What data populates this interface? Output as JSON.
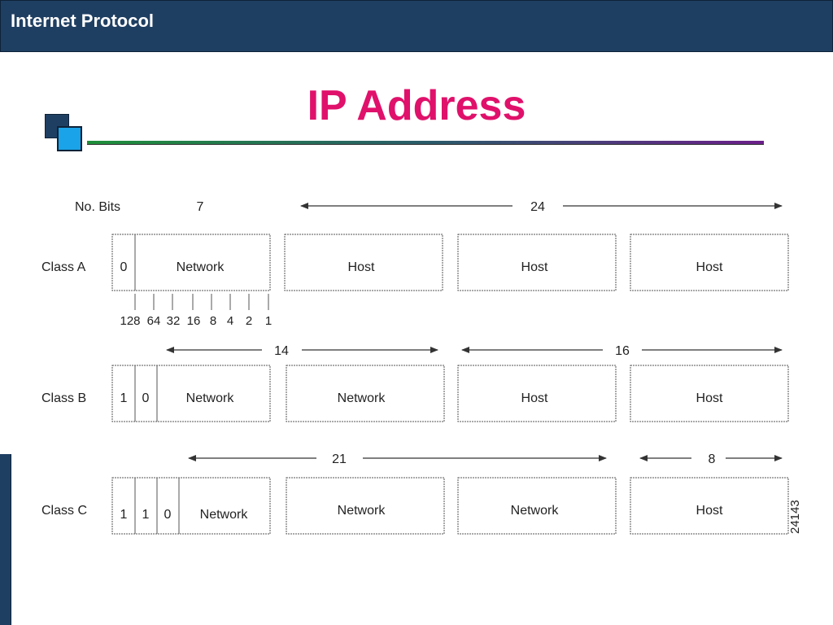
{
  "header": {
    "title": "Internet Protocol"
  },
  "slide": {
    "title": "IP Address"
  },
  "diagram": {
    "no_bits_label": "No. Bits",
    "row_a": {
      "label": "Class A",
      "bits_left": "7",
      "bits_right": "24",
      "fields": [
        "0",
        "Network",
        "Host",
        "Host",
        "Host"
      ],
      "weights": [
        "128",
        "64",
        "32",
        "16",
        "8",
        "4",
        "2",
        "1"
      ]
    },
    "row_b": {
      "label": "Class B",
      "bits_left": "14",
      "bits_right": "16",
      "fields": [
        "1",
        "0",
        "Network",
        "Network",
        "Host",
        "Host"
      ]
    },
    "row_c": {
      "label": "Class C",
      "bits_left": "21",
      "bits_right": "8",
      "fields": [
        "1",
        "1",
        "0",
        "Network",
        "Network",
        "Network",
        "Host"
      ]
    },
    "figure_id": "24143"
  },
  "colors": {
    "header_bg": "#1f3f62",
    "title": "#e0116b",
    "accent_blue": "#1aa3e8"
  }
}
